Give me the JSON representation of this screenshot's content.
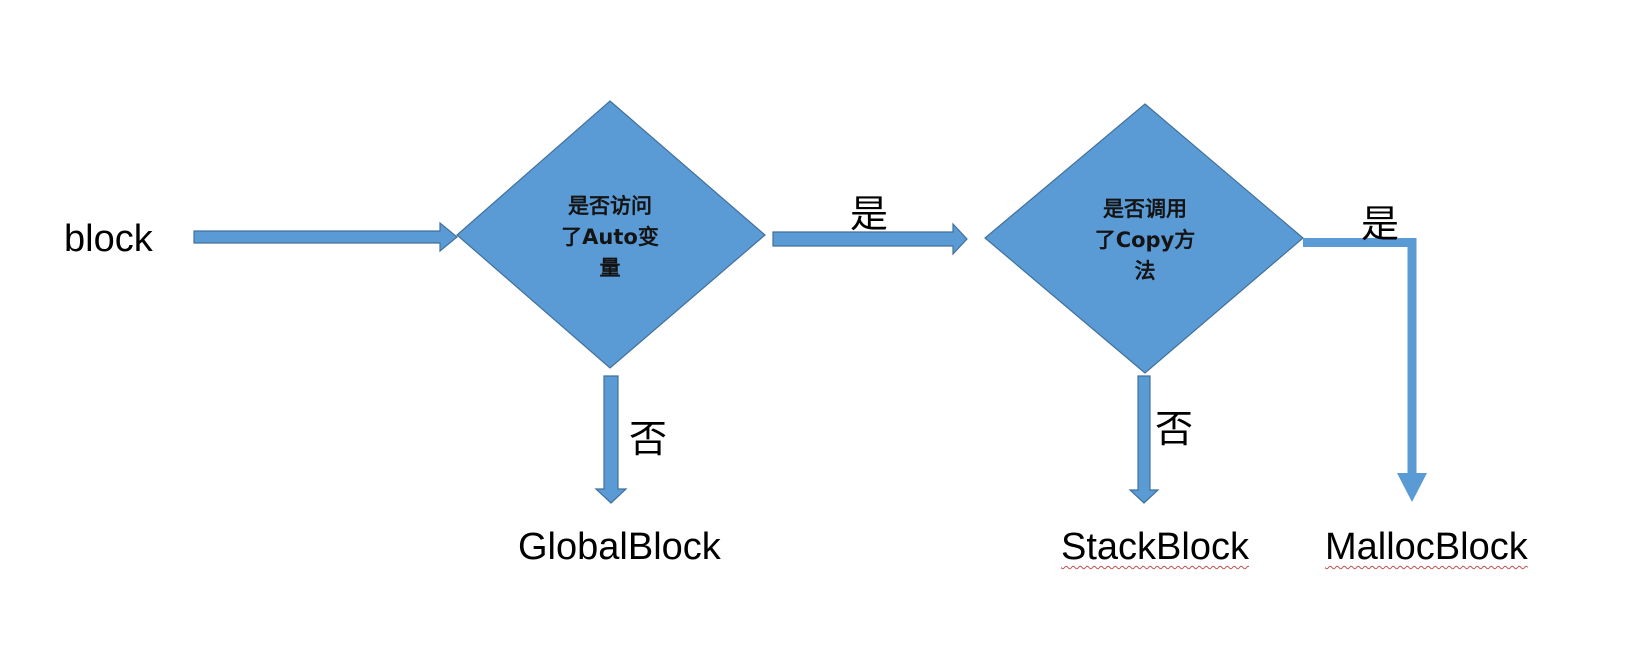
{
  "diagram": {
    "type": "flowchart",
    "colors": {
      "shape_fill": "#5b9bd5",
      "shape_stroke": "#41719c",
      "text": "#000000",
      "spellcheck_underline": "#c0504d"
    },
    "start": {
      "label": "block"
    },
    "decisions": [
      {
        "id": "d1",
        "lines": [
          "是否访问",
          "了Auto变",
          "量"
        ],
        "text": "是否访问了Auto变量"
      },
      {
        "id": "d2",
        "lines": [
          "是否调用",
          "了Copy方",
          "法"
        ],
        "text": "是否调用了Copy方法"
      }
    ],
    "edges": [
      {
        "from": "block",
        "to": "d1",
        "label": ""
      },
      {
        "from": "d1",
        "to": "d2",
        "label": "是"
      },
      {
        "from": "d1",
        "to": "GlobalBlock",
        "label": "否"
      },
      {
        "from": "d2",
        "to": "StackBlock",
        "label": "否"
      },
      {
        "from": "d2",
        "to": "MallocBlock",
        "label": "是"
      }
    ],
    "terminals": [
      {
        "id": "global",
        "label": "GlobalBlock",
        "spellcheck_flag": false
      },
      {
        "id": "stack",
        "label": "StackBlock",
        "spellcheck_flag": true
      },
      {
        "id": "malloc",
        "label": "MallocBlock",
        "spellcheck_flag": true
      }
    ]
  }
}
